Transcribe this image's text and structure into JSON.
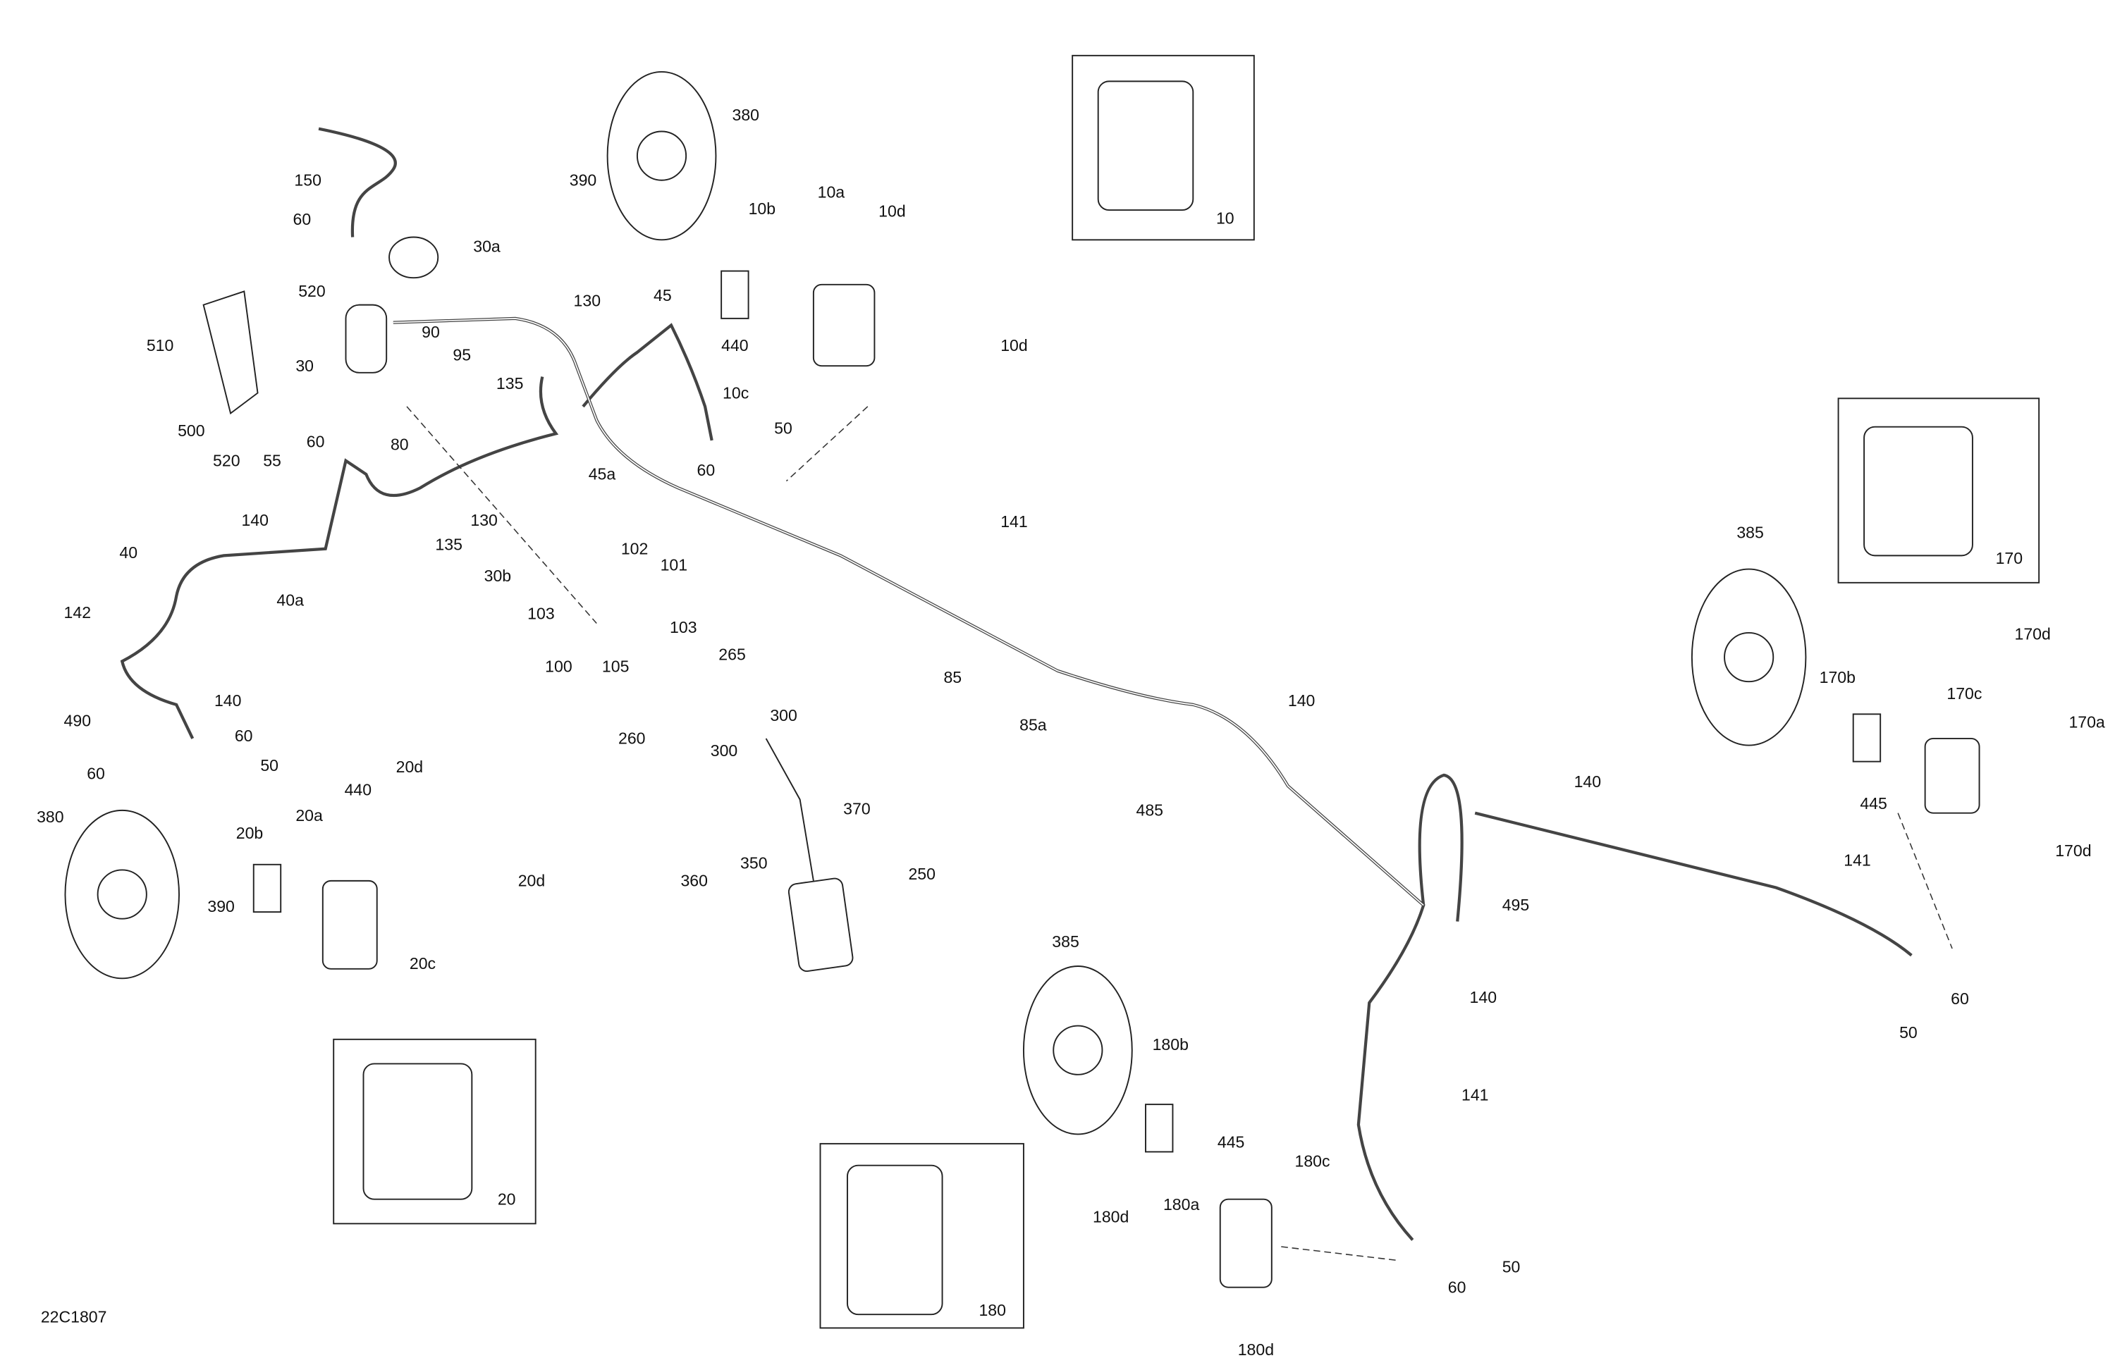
{
  "diagram": {
    "code": "22C1807",
    "inset_labels": [
      "10",
      "170",
      "20",
      "180"
    ],
    "callouts": [
      "380",
      "390",
      "150",
      "60",
      "30a",
      "520",
      "510",
      "90",
      "95",
      "30",
      "130",
      "45",
      "135",
      "10b",
      "10a",
      "10d",
      "10d",
      "440",
      "10c",
      "50",
      "60",
      "500",
      "520",
      "55",
      "60",
      "80",
      "45a",
      "130",
      "135",
      "140",
      "40",
      "40a",
      "30b",
      "102",
      "101",
      "103",
      "103",
      "100",
      "105",
      "142",
      "140",
      "490",
      "60",
      "60",
      "50",
      "265",
      "260",
      "300",
      "300",
      "370",
      "141",
      "85",
      "85a",
      "140",
      "485",
      "380",
      "20d",
      "440",
      "20a",
      "20b",
      "20d",
      "360",
      "350",
      "250",
      "390",
      "20c",
      "385",
      "170d",
      "170b",
      "170c",
      "170a",
      "140",
      "445",
      "170d",
      "141",
      "495",
      "60",
      "50",
      "140",
      "385",
      "141",
      "180b",
      "445",
      "180c",
      "180d",
      "180a",
      "60",
      "50",
      "180d"
    ]
  }
}
